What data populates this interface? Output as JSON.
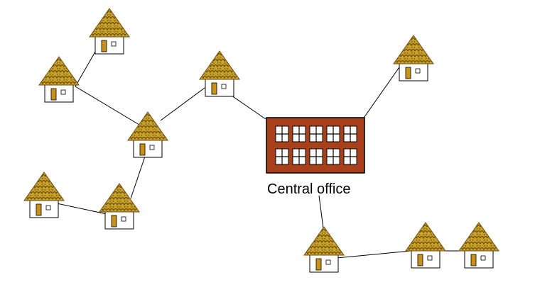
{
  "diagram": {
    "central_office": {
      "label": "Central office"
    },
    "houses": [
      {
        "id": "h1"
      },
      {
        "id": "h2"
      },
      {
        "id": "h3"
      },
      {
        "id": "h4"
      },
      {
        "id": "h5"
      },
      {
        "id": "h6"
      },
      {
        "id": "h7"
      },
      {
        "id": "h8"
      },
      {
        "id": "h9"
      },
      {
        "id": "h10"
      }
    ],
    "connections": [
      {
        "from": "h1",
        "to": "h2"
      },
      {
        "from": "h2",
        "to": "h3"
      },
      {
        "from": "h3",
        "to": "h4"
      },
      {
        "from": "h4",
        "to": "central_office"
      },
      {
        "from": "h3",
        "to": "h6"
      },
      {
        "from": "h6",
        "to": "h5"
      },
      {
        "from": "h7",
        "to": "central_office"
      },
      {
        "from": "central_office",
        "to": "h8"
      },
      {
        "from": "h8",
        "to": "h9"
      },
      {
        "from": "h9",
        "to": "h10"
      }
    ],
    "colors": {
      "roof": "#C8A028",
      "roof_pattern": "#6B4E10",
      "door": "#C89218",
      "office": "#A8401C",
      "line": "#000000"
    }
  }
}
